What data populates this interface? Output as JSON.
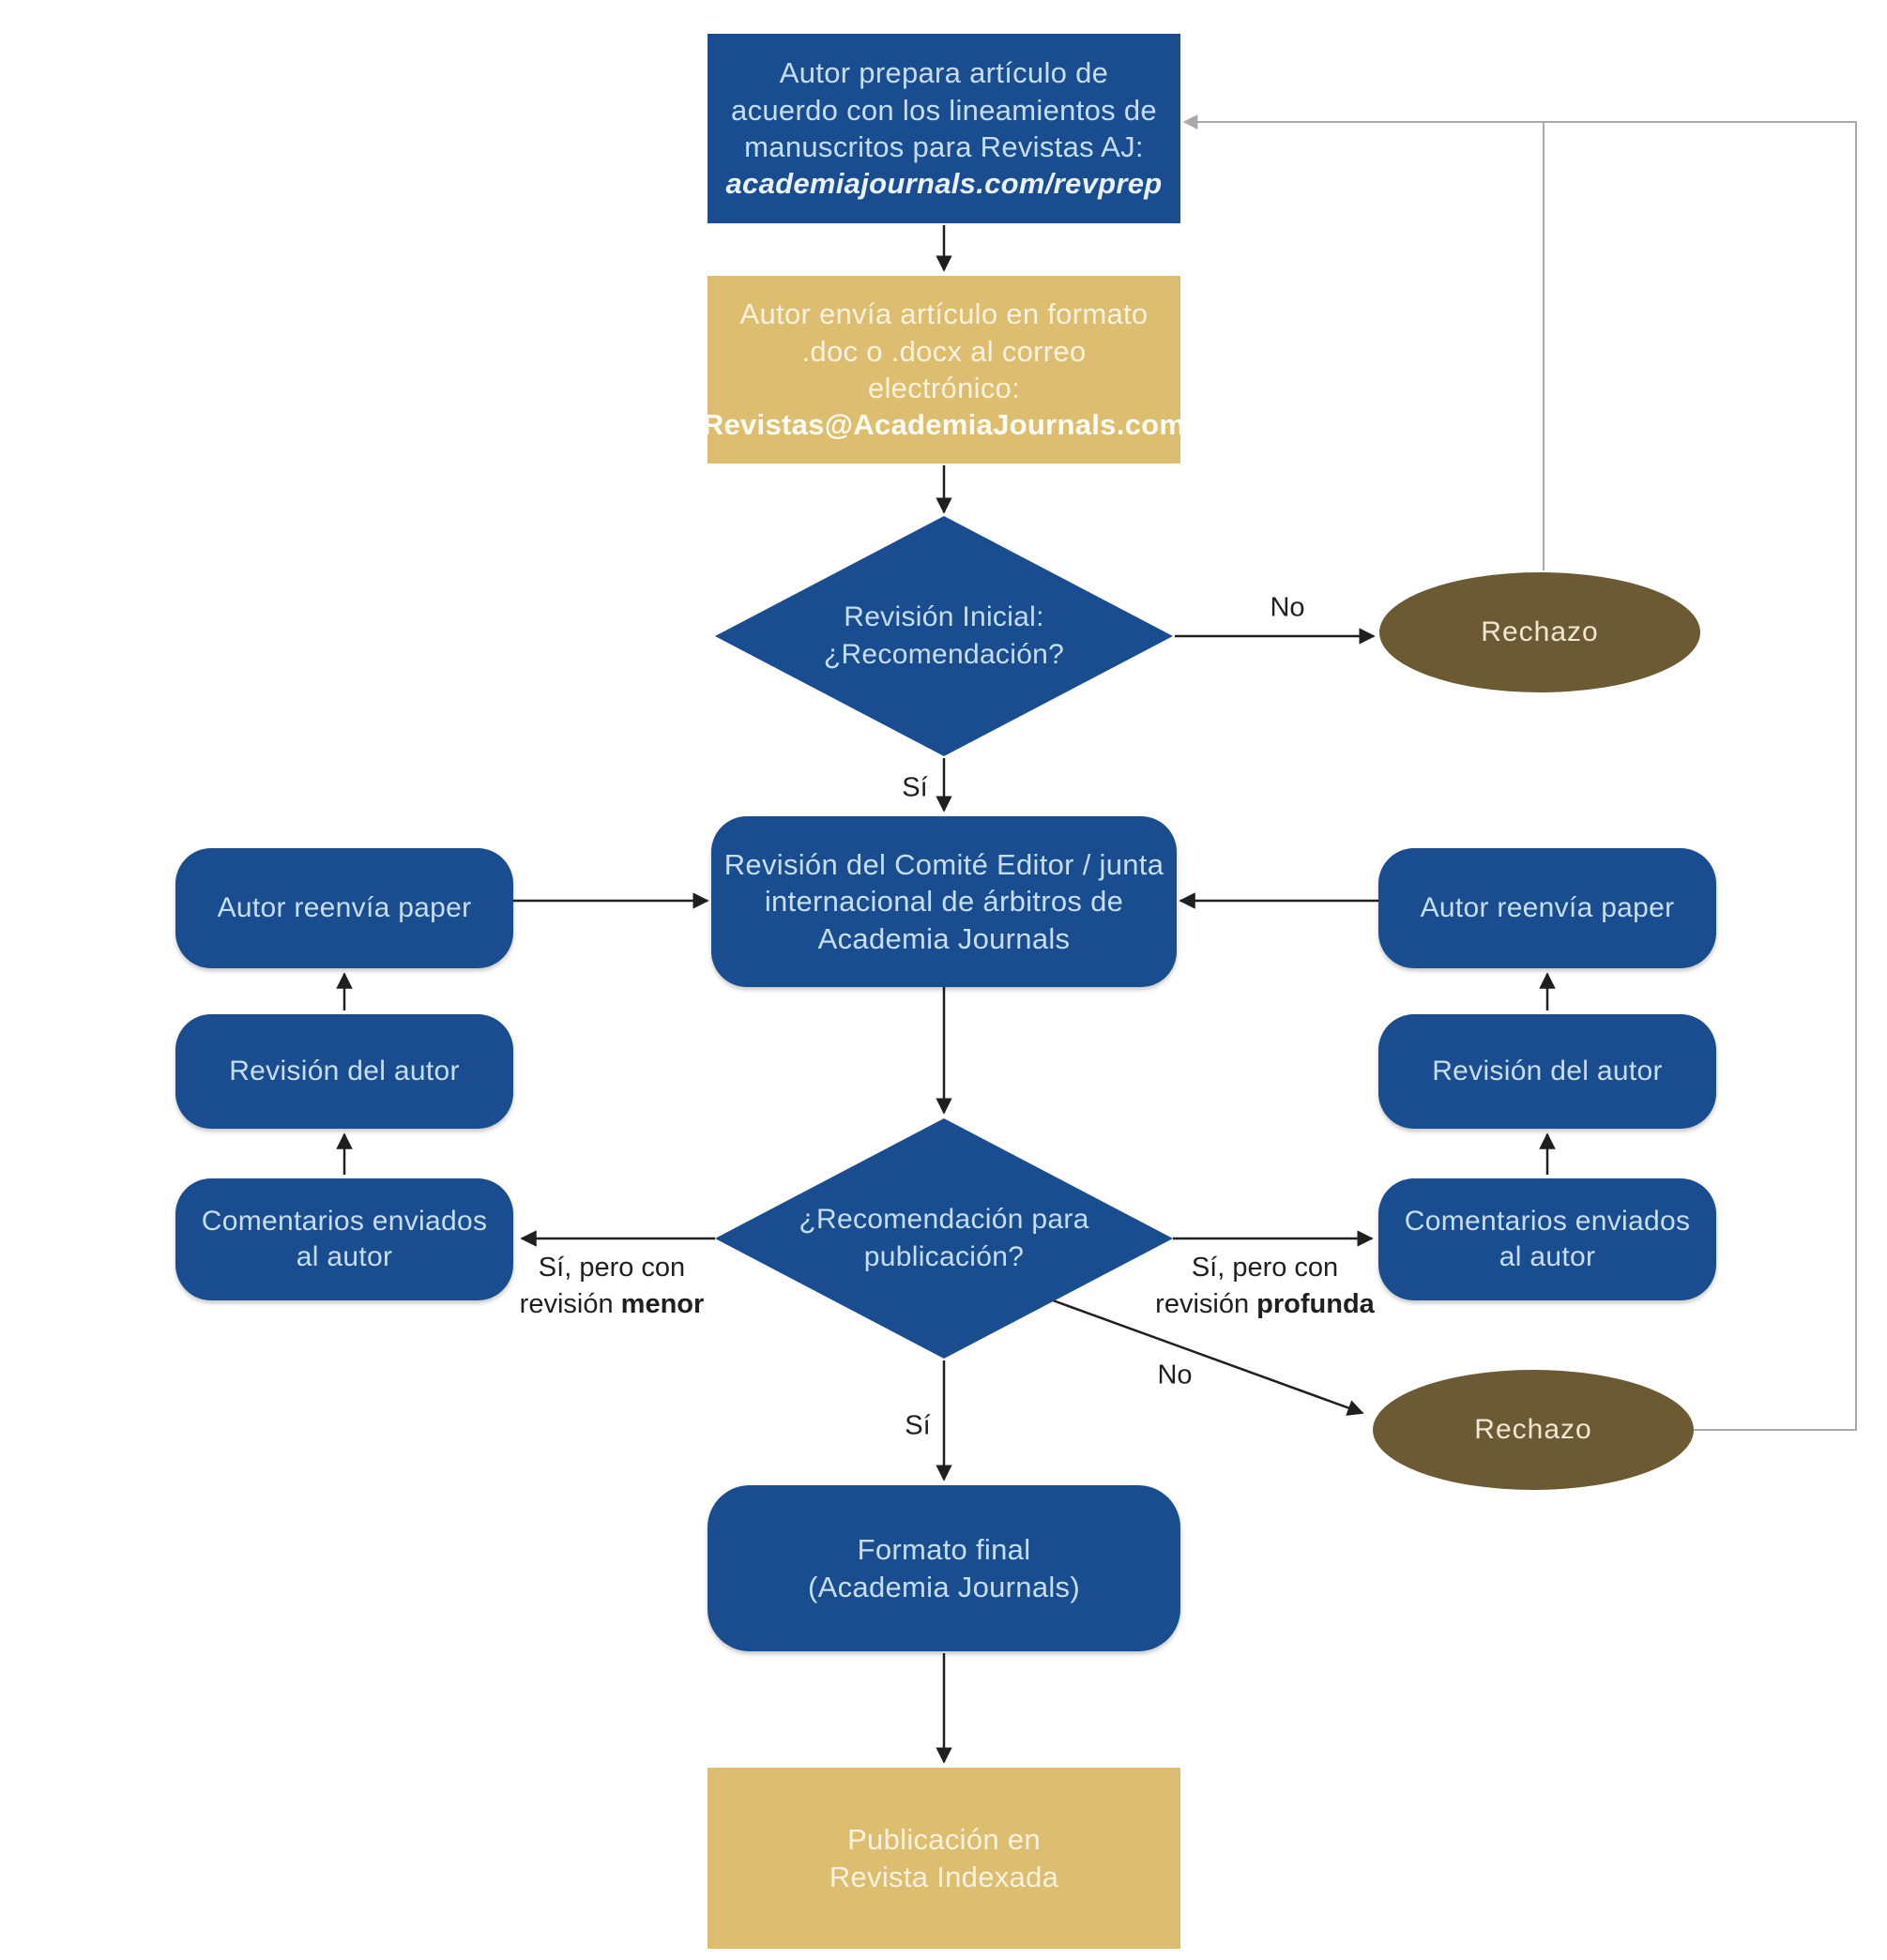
{
  "colors": {
    "blue": "#1a4d8f",
    "gold": "#ddbe71",
    "brown": "#6b5a34",
    "blue-text": "#c7ddf1",
    "gold-text": "#f9f2df",
    "brown-text": "#f1e8d4",
    "ink": "#1f1f1f",
    "line-gray": "#a9a9a9",
    "bg": "#ffffff"
  },
  "nodes": {
    "prepare": {
      "text": "Autor prepara artículo de\nacuerdo con los lineamientos de\nmanuscritos para Revistas AJ:",
      "highlight": "academiajournals.com/revprep"
    },
    "submit": {
      "text": "Autor envía artículo en formato\n.doc o .docx al correo\nelectrónico:",
      "highlight": "Revistas@AcademiaJournals.com"
    },
    "initial_review": {
      "text": "Revisión Inicial:\n¿Recomendación?"
    },
    "rechazo_top": {
      "text": "Rechazo"
    },
    "committee": {
      "text": "Revisión del Comité Editor / junta\ninternacional de árbitros de\nAcademia Journals"
    },
    "resend_left": {
      "text": "Autor reenvía paper"
    },
    "review_left": {
      "text": "Revisión del autor"
    },
    "comments_left": {
      "text": "Comentarios enviados\nal autor"
    },
    "resend_right": {
      "text": "Autor reenvía paper"
    },
    "review_right": {
      "text": "Revisión del autor"
    },
    "comments_right": {
      "text": "Comentarios enviados\nal autor"
    },
    "decision": {
      "text": "¿Recomendación para\npublicación?"
    },
    "rechazo_bottom": {
      "text": "Rechazo"
    },
    "final_format": {
      "text": "Formato final\n(Academia Journals)"
    },
    "publish": {
      "text": "Publicación en\nRevista Indexada"
    }
  },
  "labels": {
    "no1": "No",
    "si1": "Sí",
    "minor_l1": "Sí, pero con",
    "minor_prefix": "revisión ",
    "minor_bold": "menor",
    "deep_l1": "Sí, pero con",
    "deep_prefix": "revisión ",
    "deep_bold": "profunda",
    "no2": "No",
    "si2": "Sí"
  }
}
